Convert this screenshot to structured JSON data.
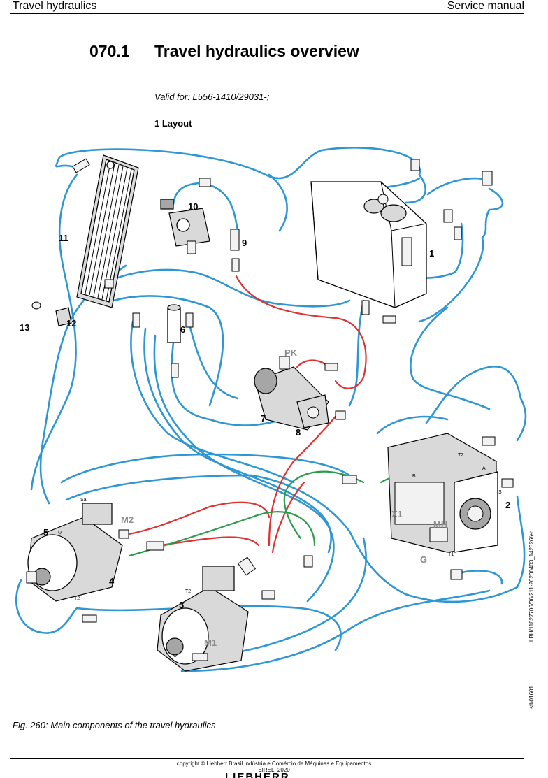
{
  "header": {
    "left": "Travel hydraulics",
    "right": "Service manual"
  },
  "section": {
    "number": "070.1",
    "title": "Travel hydraulics overview"
  },
  "validity": "Valid for: L556-1410/29031-;",
  "subheading": "1 Layout",
  "figure": {
    "component_labels": {
      "c1": "1",
      "c2": "2",
      "c3": "3",
      "c4": "4",
      "c5": "5",
      "c6": "6",
      "c7": "7",
      "c8": "8",
      "c9": "9",
      "c10": "10",
      "c11": "11",
      "c12": "12",
      "c13": "13"
    },
    "port_labels": {
      "pk": "PK",
      "m2": "M2",
      "m1": "M1",
      "x1": "X1",
      "mh": "MH",
      "g": "G"
    },
    "small_labels": {
      "t2_top": "T2",
      "t2_motor4": "T2",
      "t2_motor3": "T2",
      "t1": "T1",
      "s": "S",
      "sa": "Sa",
      "u5": "U",
      "u_m1": "U",
      "b": "B",
      "a": "A"
    },
    "caption": "Fig. 260: Main components of the travel hydraulics"
  },
  "side_refs": {
    "document": "LBH/11827706/06/211-20200403_142326/en",
    "image": "sfb01601"
  },
  "footer": {
    "copyright": "copyright © Liebherr Brasil Indústria e Comércio de Máquinas e Equipamentos",
    "company": "EIRELI 2020",
    "logo": "LIEBHERR"
  }
}
